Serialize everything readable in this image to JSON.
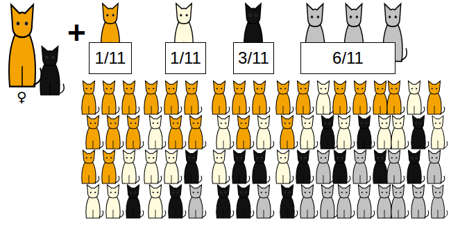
{
  "diagram": {
    "nodes": [
      {
        "text": [
          "1/11"
        ]
      },
      {
        "text": [
          "1/11"
        ]
      },
      {
        "text": [
          "3/11"
        ]
      },
      {
        "text": [
          "6/11"
        ]
      }
    ],
    "labels": [
      "+",
      "♀"
    ]
  }
}
